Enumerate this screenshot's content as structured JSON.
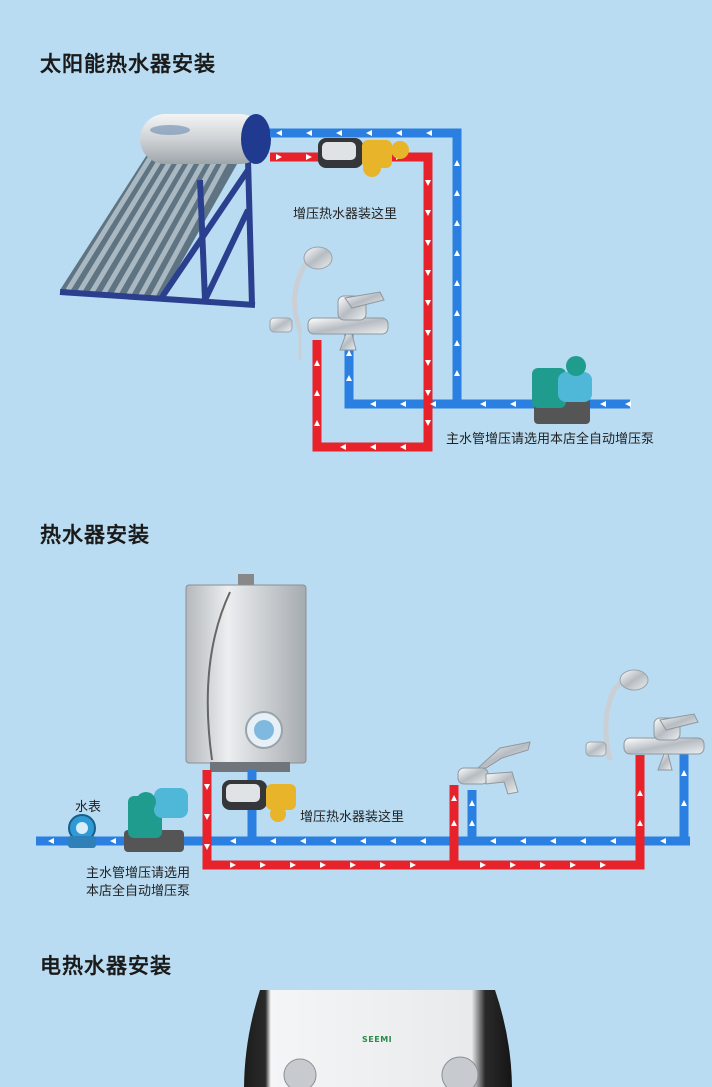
{
  "sections": [
    {
      "title": "太阳能热水器安装",
      "labels": {
        "booster_pump": "增压热水器装这里",
        "main_pump": "主水管增压请选用本店全自动增压泵"
      }
    },
    {
      "title": "热水器安装",
      "labels": {
        "water_meter": "水表",
        "main_pump_line1": "主水管增压请选用",
        "main_pump_line2": "本店全自动增压泵",
        "booster_pump": "增压热水器装这里"
      }
    },
    {
      "title": "电热水器安装",
      "brand": "SEEMI"
    }
  ],
  "colors": {
    "background": "#b9dcf2",
    "hot_pipe": "#e8222b",
    "cold_pipe": "#2b7fe0",
    "pump_body": "#1f9c8e",
    "pump_motor": "#4fb8d8",
    "brass": "#e7b42a"
  }
}
